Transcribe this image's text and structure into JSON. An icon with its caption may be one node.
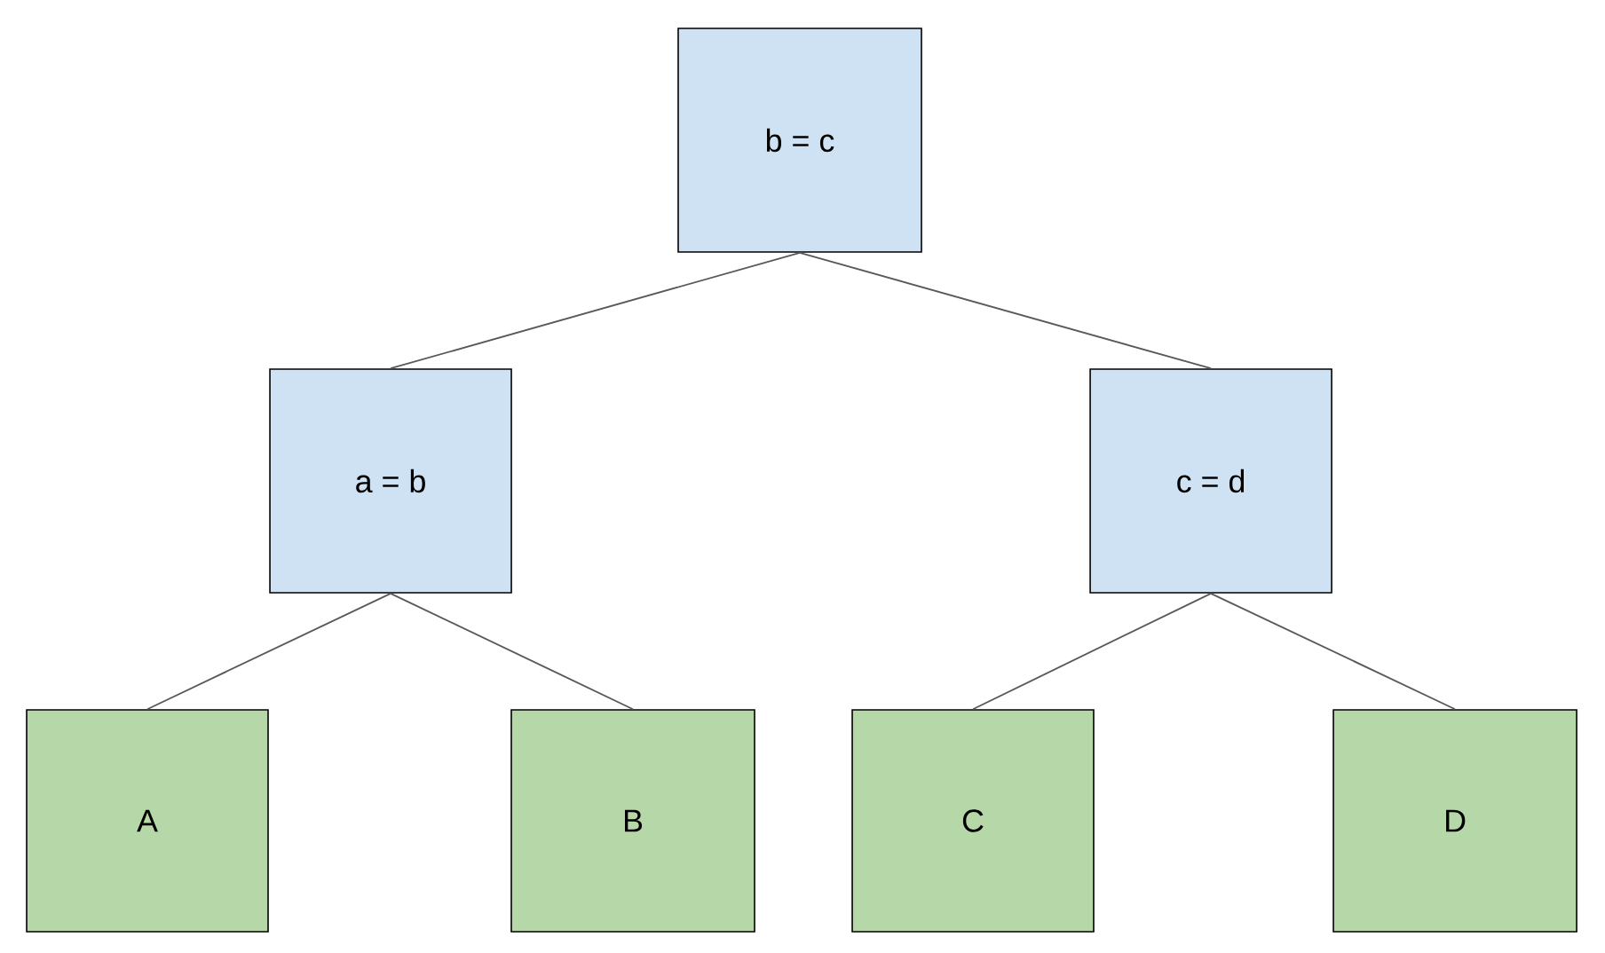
{
  "diagram": {
    "nodes": [
      {
        "text": [
          "b = c"
        ]
      },
      {
        "text": [
          "a = b"
        ]
      },
      {
        "text": [
          "c = d"
        ]
      },
      {
        "text": [
          "A"
        ]
      },
      {
        "text": [
          "B"
        ]
      },
      {
        "text": [
          "C"
        ]
      },
      {
        "text": [
          "D"
        ]
      }
    ],
    "edges": [
      {
        "from": 0,
        "to": 1,
        "arrow": "none"
      },
      {
        "from": 0,
        "to": 2,
        "arrow": "none"
      },
      {
        "from": 1,
        "to": 3,
        "arrow": "none"
      },
      {
        "from": 1,
        "to": 4,
        "arrow": "none"
      },
      {
        "from": 2,
        "to": 5,
        "arrow": "none"
      },
      {
        "from": 2,
        "to": 6,
        "arrow": "none"
      }
    ]
  }
}
